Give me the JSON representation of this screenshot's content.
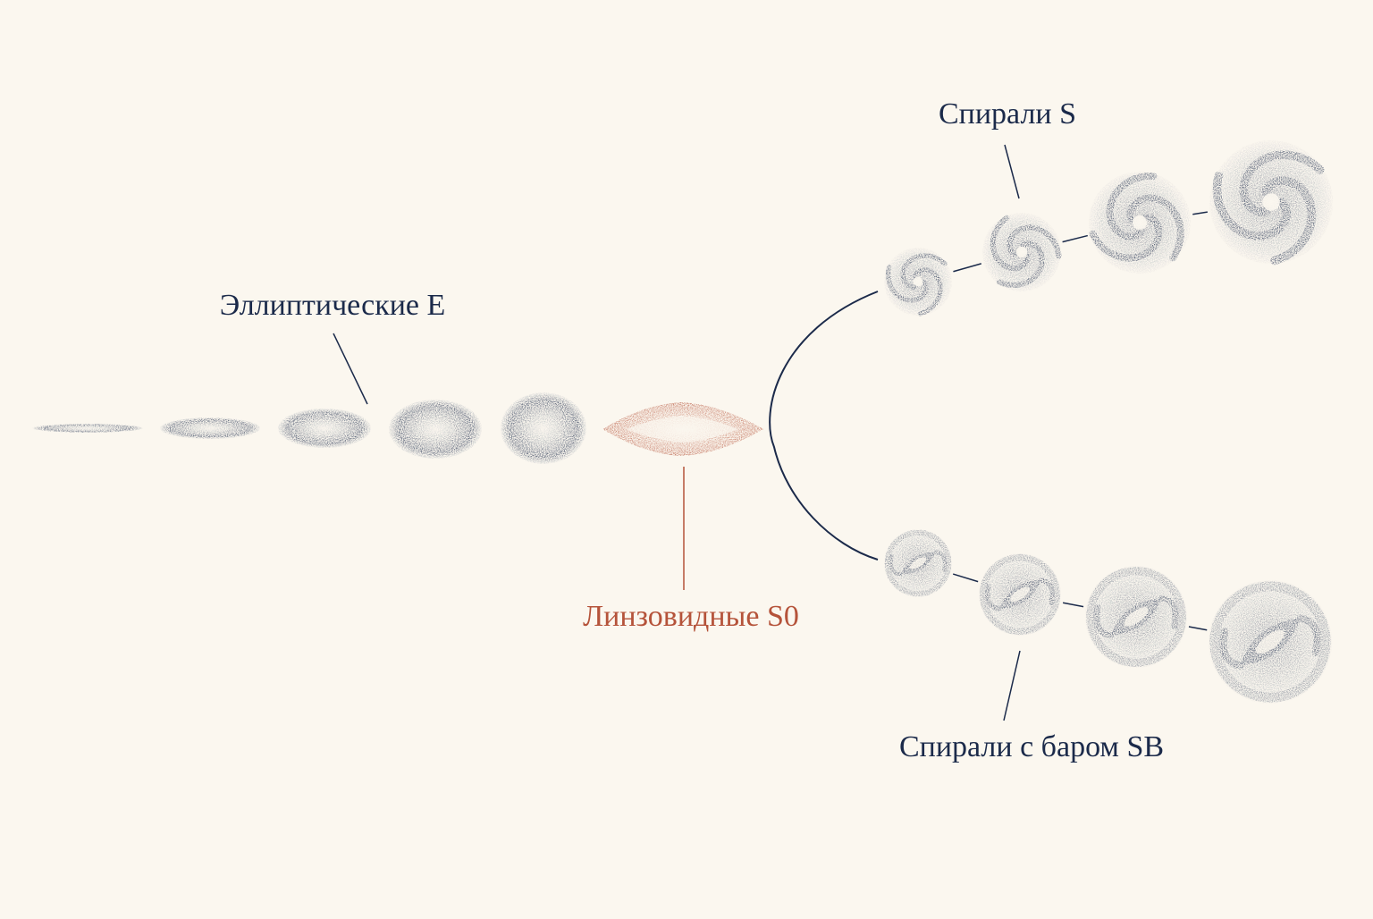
{
  "colors": {
    "background": "#fbf7ef",
    "ink": "#1b2a4a",
    "lenticular": "#b5533a"
  },
  "labels": {
    "elliptical": "Эллиптические E",
    "lenticular": "Линзовидные S0",
    "spiral": "Спирали S",
    "barred_spiral": "Спирали с баром SB"
  },
  "sequence": {
    "elliptical_count": 5,
    "spiral_count": 4,
    "barred_spiral_count": 4
  }
}
